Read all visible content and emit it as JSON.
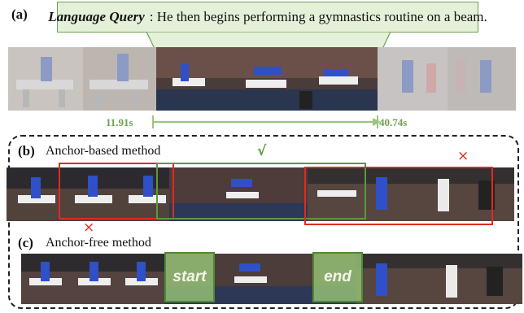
{
  "panel_a": {
    "label": "(a)",
    "query_key": "Language Query",
    "query_text": "He then begins performing a gymnastics routine on a beam.",
    "start_time": "11.91s",
    "end_time": "40.74s"
  },
  "panel_b": {
    "label": "(b)",
    "title": "Anchor-based method",
    "correct_mark": "√",
    "wrong_mark": "×"
  },
  "panel_c": {
    "label": "(c)",
    "title": "Anchor-free method",
    "start_tag": "start",
    "end_tag": "end"
  },
  "colors": {
    "green": "#6fa052",
    "dark_green": "#4f8a33",
    "red": "#e02a1f",
    "query_bg": "#e4f0d8"
  }
}
